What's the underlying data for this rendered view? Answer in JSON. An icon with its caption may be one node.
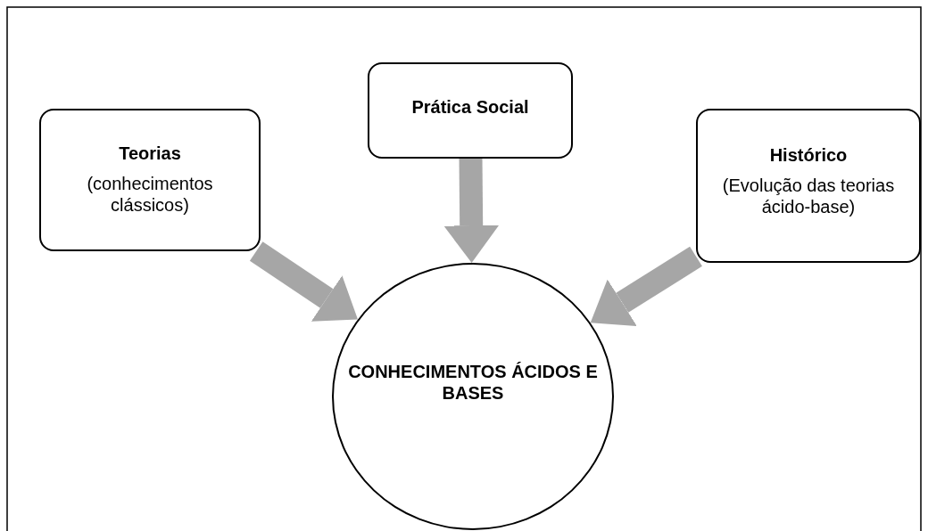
{
  "diagram": {
    "nodes": [
      {
        "text": [
          "Teorias",
          "(conhecimentos clássicos)"
        ]
      },
      {
        "text": [
          "Prática Social"
        ]
      },
      {
        "text": [
          "Histórico",
          "(Evolução das teorias ácido-base)"
        ]
      },
      {
        "text": [
          "CONHECIMENTOS ÁCIDOS E BASES"
        ]
      }
    ],
    "edges": [
      {
        "from": 0,
        "to": 3,
        "arrow": "to"
      },
      {
        "from": 1,
        "to": 3,
        "arrow": "to"
      },
      {
        "from": 2,
        "to": 3,
        "arrow": "to"
      }
    ]
  }
}
